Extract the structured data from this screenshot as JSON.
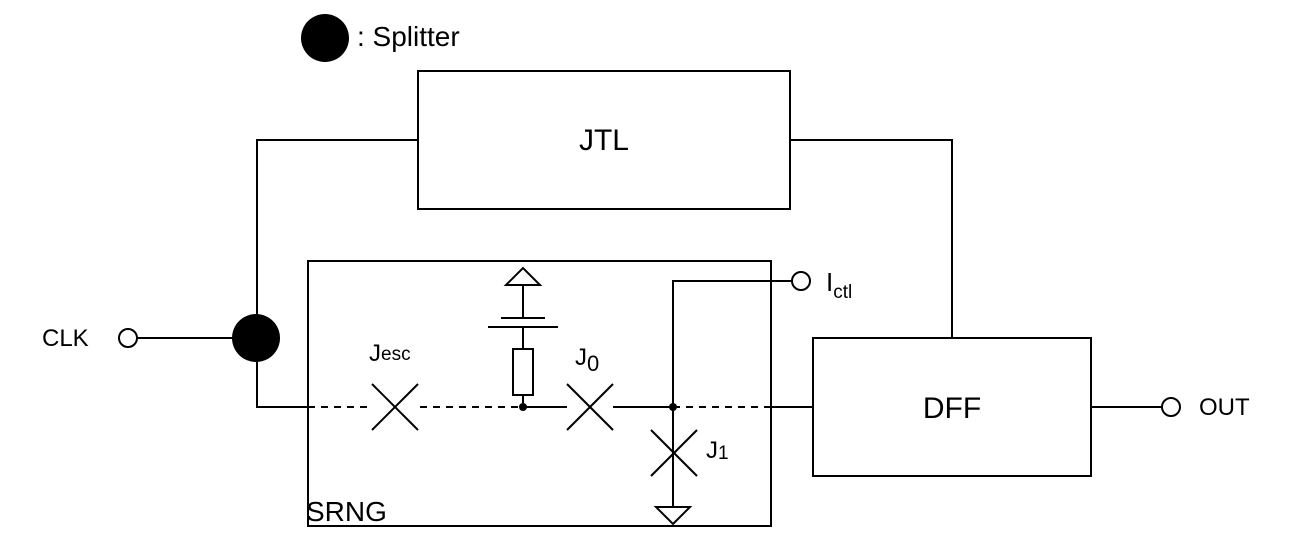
{
  "legend": {
    "symbol": "filled-circle",
    "label": ": Splitter"
  },
  "blocks": {
    "jtl": "JTL",
    "dff": "DFF",
    "srng": "SRNG"
  },
  "ports": {
    "clk": "CLK",
    "out": "OUT",
    "ictl_main": "I",
    "ictl_sub": "ctl"
  },
  "junctions": {
    "jesc_main": "J",
    "jesc_sub": "esc",
    "j0_main": "J",
    "j0_sub": "0",
    "j1_main": "J",
    "j1_sub": "1"
  },
  "colors": {
    "line": "#000000",
    "background": "#ffffff"
  }
}
